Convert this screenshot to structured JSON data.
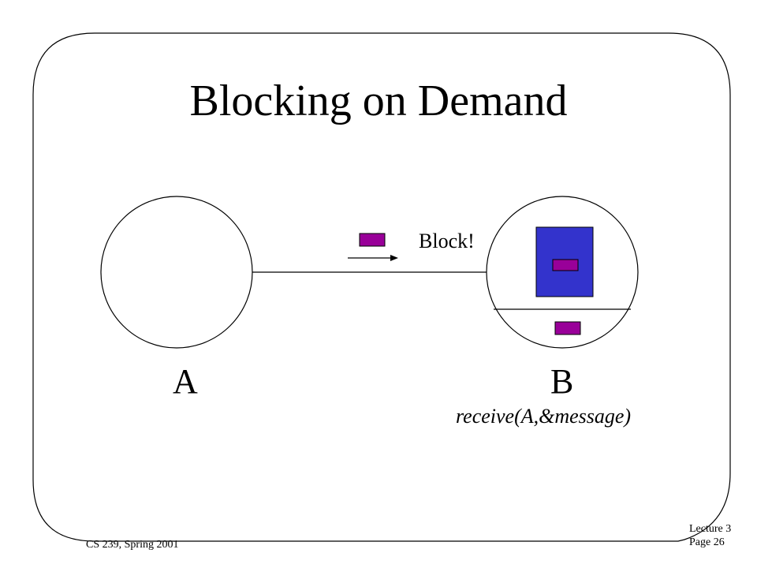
{
  "slide": {
    "title": "Blocking on Demand",
    "process_a_label": "A",
    "process_b_label": "B",
    "block_label": "Block!",
    "receive_call": "receive(A,&message)"
  },
  "footer": {
    "course": "CS 239, Spring 2001",
    "lecture": "Lecture 3",
    "page": "Page 26"
  },
  "colors": {
    "message": "#990099",
    "buffer": "#3333cc",
    "outline": "#000000"
  }
}
